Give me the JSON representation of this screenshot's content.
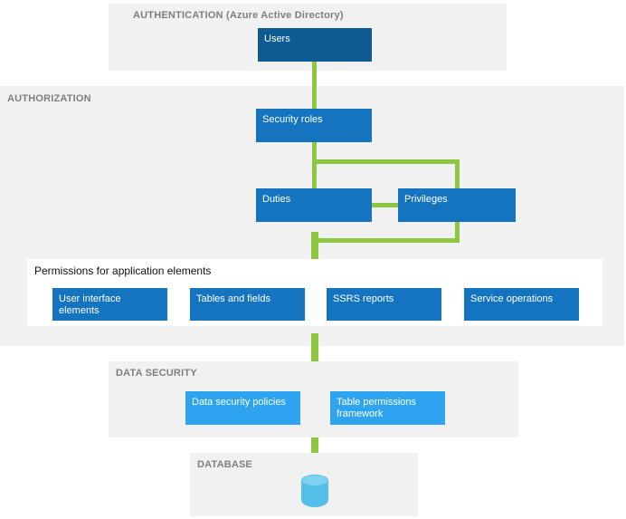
{
  "colors": {
    "section_background": "#F1F1F1",
    "section_label_gray": "#7F7F7F",
    "dark_blue": "#0E5B94",
    "medium_blue": "#1574BF",
    "light_blue": "#2EA3F0",
    "cylinder_blue": "#54C0E8",
    "connector_green": "#8DC63F"
  },
  "sections": {
    "authentication": {
      "label": "AUTHENTICATION (Azure Active Directory)",
      "users_label": "Users"
    },
    "authorization": {
      "label": "AUTHORIZATION",
      "security_roles_label": "Security roles",
      "duties_label": "Duties",
      "privileges_label": "Privileges",
      "permissions_panel_title": "Permissions for application elements",
      "permission_items": [
        {
          "label": "User interface elements"
        },
        {
          "label": "Tables and fields"
        },
        {
          "label": "SSRS reports"
        },
        {
          "label": "Service operations"
        }
      ]
    },
    "data_security": {
      "label": "DATA SECURITY",
      "policies_label": "Data security policies",
      "table_permissions_label": "Table permissions framework"
    },
    "database": {
      "label": "DATABASE",
      "icon": "database-cylinder-icon"
    }
  }
}
